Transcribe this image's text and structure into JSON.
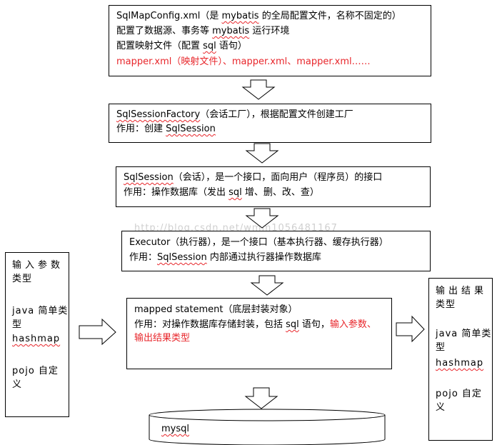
{
  "boxes": {
    "config": {
      "l1_a": "SqlMapConfig.xml",
      "l1_b": "（是 ",
      "l1_c": "mybatis",
      "l1_d": " 的全局配置文件，名称不固定的）",
      "l2_a": "配置了数据源、事务等 ",
      "l2_b": "mybatis",
      "l2_c": " 运行环境",
      "l3_a": "配置映射文件（配置 ",
      "l3_b": "sql",
      "l3_c": " 语句）",
      "l4": "mapper.xml（映射文件）、mapper.xml、mapper.xml……"
    },
    "factory": {
      "l1_a": "SqlSessionFactory",
      "l1_b": "（会话工厂），根据配置文件创建工厂",
      "l2_a": "作用：创建 ",
      "l2_b": "SqlSession"
    },
    "session": {
      "l1_a": "SqlSession",
      "l1_b": "（会话），是一个接口，面向用户（程序员）的接口",
      "l2_a": "作用：操作数据库（发出 ",
      "l2_b": "sql",
      "l2_c": " 增、删、改、查）"
    },
    "executor": {
      "l1": "Executor（执行器），是一个接口（基本执行器、缓存执行器）",
      "l2_a": "作用：",
      "l2_b": "SqlSession",
      "l2_c": " 内部通过执行器操作数据库"
    },
    "mapped": {
      "l1": "mapped statement（底层封装对象）",
      "l2_a": "作用：对操作数据库存储封装，包括 ",
      "l2_b": "sql",
      "l2_c": " 语句，",
      "l2_d": "输入参数、",
      "l3": "输出结果类型"
    },
    "input": {
      "title_1": "输入参数",
      "title_2": "类型",
      "java_1": "java 简单类",
      "java_2": "型",
      "hashmap": "hashmap",
      "pojo_1": "pojo 自定",
      "pojo_2": "义"
    },
    "output": {
      "title_1": "输出结果",
      "title_2": "类型",
      "java_1": "java 简单类",
      "java_2": "型",
      "hashmap": "hashmap",
      "pojo_1": "pojo 自定",
      "pojo_2": "义"
    },
    "db": {
      "label": "mysql"
    }
  },
  "watermark": "http://blog.csdn.net/wmm1056481167",
  "colors": {
    "highlight": "#e8262b",
    "border": "#000000"
  }
}
